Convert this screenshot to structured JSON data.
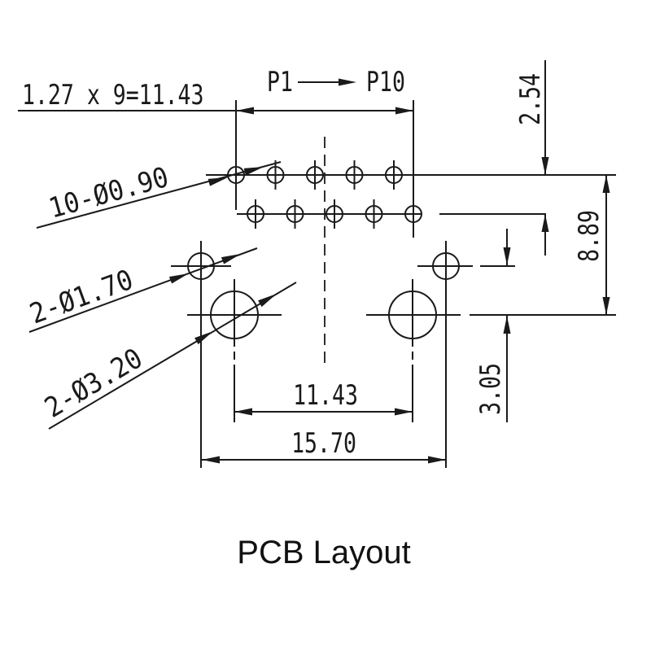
{
  "drawing": {
    "title": "PCB Layout",
    "caption": "PCB Layout",
    "colors": {
      "ink": "#1a1a1a",
      "background": "#ffffff"
    },
    "header": {
      "pitch_note": "1.27 x 9=11.43",
      "pin_first": "P1",
      "pin_last": "P10"
    },
    "dimensions": {
      "row_offset": "2.54",
      "overall_height": "8.89",
      "mount_hole_offset": "3.05",
      "inner_span": "11.43",
      "outer_span": "15.70"
    },
    "hole_labels": {
      "small": "10-Ø0.90",
      "medium": "2-Ø1.70",
      "large": "2-Ø3.20"
    }
  }
}
